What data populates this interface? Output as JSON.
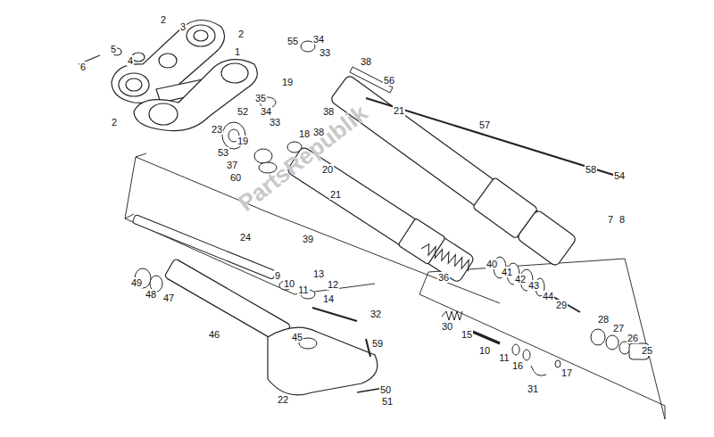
{
  "diagram": {
    "labels": [
      "5",
      "2",
      "3",
      "4",
      "6",
      "2",
      "1",
      "2",
      "55",
      "34",
      "33",
      "38",
      "19",
      "56",
      "35",
      "52",
      "34",
      "33",
      "38",
      "21",
      "57",
      "23",
      "19",
      "18",
      "38",
      "53",
      "37",
      "60",
      "20",
      "21",
      "58",
      "54",
      "7",
      "8",
      "24",
      "39",
      "36",
      "40",
      "41",
      "42",
      "43",
      "44",
      "29",
      "9",
      "10",
      "11",
      "13",
      "12",
      "14",
      "32",
      "49",
      "48",
      "47",
      "46",
      "30",
      "15",
      "10",
      "11",
      "16",
      "31",
      "17",
      "28",
      "27",
      "26",
      "25",
      "45",
      "59",
      "50",
      "51",
      "22",
      "PartsRepublik"
    ]
  }
}
